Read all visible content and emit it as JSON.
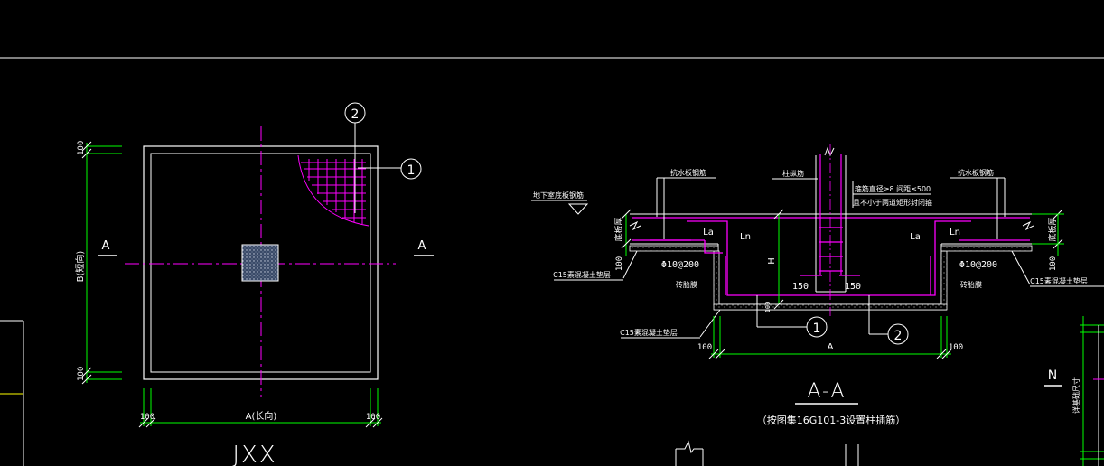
{
  "colors": {
    "background": "#000000",
    "white": "#ffffff",
    "green": "#00ff00",
    "magenta": "#ff00ff",
    "cyan": "#00ffff",
    "yellow": "#ffff00",
    "hatch": "#b0b0b0"
  },
  "plan": {
    "title": "JXX",
    "section_mark_left": "A",
    "section_mark_right": "A",
    "dim_b": "B(短向)",
    "dim_a": "A(长向)",
    "dim_edge_top": "100",
    "dim_edge_bottom": "100",
    "dim_edge_left": "100",
    "dim_edge_right": "100",
    "callout_1": "1",
    "callout_2": "2"
  },
  "section": {
    "title": "A-A",
    "subtitle": "（按图集16G101-3设置柱插筋）",
    "note_floor_bar": "地下室底板钢筋",
    "note_anti_float_left": "抗水板钢筋",
    "note_column_bar": "柱纵筋",
    "note_anti_float_right": "抗水板钢筋",
    "note_stirrup_1": "箍筋直径≥8 间距≤500",
    "note_stirrup_2": "且不小于两道矩形封闭箍",
    "label_la_1": "La",
    "label_ln_1": "Ln",
    "label_la_2": "La",
    "label_ln_2": "Ln",
    "label_h": "H",
    "label_150_left": "150",
    "label_150_right": "150",
    "label_phi_left": "Φ10@200",
    "label_phi_right": "Φ10@200",
    "label_c15_left": "C15素混凝土垫层",
    "label_c15_right": "C15素混凝土垫层",
    "label_c15_bottom": "C15素混凝土垫层",
    "label_brick_left": "砖胎膜",
    "label_brick_right": "砖胎膜",
    "label_slab_left": "底板厚",
    "label_slab_right": "底板厚",
    "label_100_left": "100",
    "label_100_right": "100",
    "dim_100_left": "100",
    "dim_a": "A",
    "dim_100_right": "100",
    "callout_1": "1",
    "callout_2": "2"
  },
  "right_edge": {
    "label_n": "N",
    "label_vertical": "详基础尺寸"
  }
}
